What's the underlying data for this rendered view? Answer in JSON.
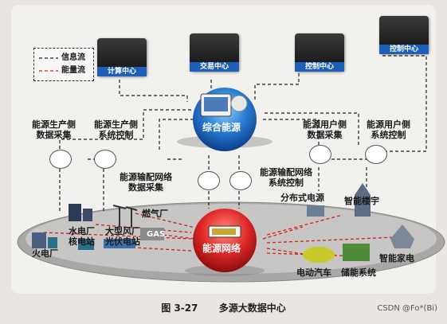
{
  "legend": {
    "info_flow": "信息流",
    "energy_flow": "能量流"
  },
  "centers": [
    {
      "label": "计算中心"
    },
    {
      "label": "交易中心"
    },
    {
      "label": "控制中心"
    },
    {
      "label": "控制中心"
    }
  ],
  "core": {
    "label": "综合能源"
  },
  "grid": {
    "label": "能源网络"
  },
  "sampling": [
    {
      "label": "能源生产侧\n数据采集"
    },
    {
      "label": "能源生产侧\n系统控制"
    },
    {
      "label": "能源用户侧\n数据采集"
    },
    {
      "label": "能源用户侧\n系统控制"
    },
    {
      "label": "能源输配网络\n数据采集"
    },
    {
      "label": "能源输配网络\n系统控制"
    }
  ],
  "producers": {
    "gas": "燃气厂",
    "hydro_nuclear": "水电厂\n核电站",
    "wind_pv": "大型风厂\n光伏电站",
    "thermal": "火电厂",
    "gas_logo": "GAS"
  },
  "consumers": {
    "distributed": "分布式电源",
    "building": "智能楼宇",
    "home": "智能家电",
    "ev": "电动汽车",
    "storage": "储能系统"
  },
  "caption": {
    "figure": "图 3-27",
    "title": "多源大数据中心"
  },
  "watermark": "CSDN @Fo*(Bi)",
  "colors": {
    "info": "#222222",
    "energy": "#d42020",
    "blue": "#1d5fb6",
    "grid_red": "#d81e1e"
  }
}
